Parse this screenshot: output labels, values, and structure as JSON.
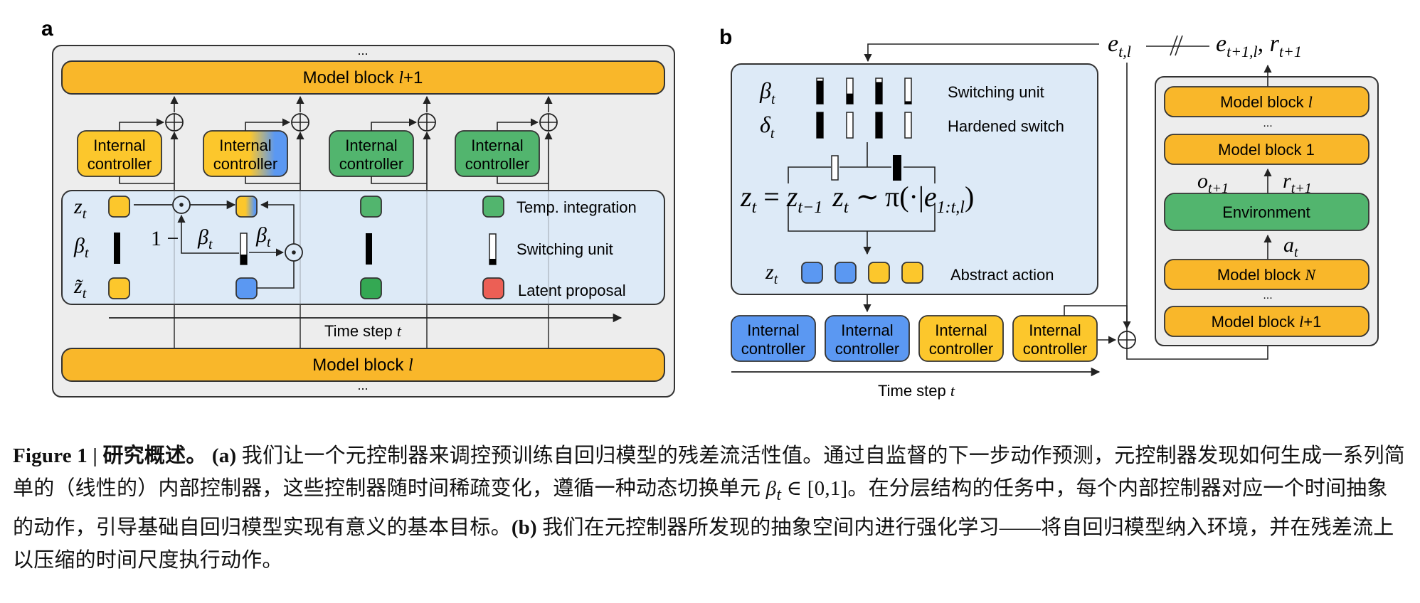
{
  "colors": {
    "orange": "#F9B72A",
    "yellow": "#FCC72C",
    "blue": "#5B98F2",
    "green": "#52B56E",
    "dark_green": "#34A853",
    "red": "#EC5F55",
    "panel_gray": "#EDEDED",
    "panel_blue": "#DDEAF7",
    "stroke": "#222222"
  },
  "panel_a": {
    "letter": "a",
    "ellipsis": "...",
    "top_block": {
      "prefix": "Model block ",
      "var": "l",
      "suffix": "+1"
    },
    "bottom_block": {
      "prefix": "Model block ",
      "var": "l",
      "suffix": ""
    },
    "controllers": [
      {
        "line1": "Internal",
        "line2": "controller",
        "color": "yellow"
      },
      {
        "line1": "Internal",
        "line2": "controller",
        "color": "yellow-blue"
      },
      {
        "line1": "Internal",
        "line2": "controller",
        "color": "green"
      },
      {
        "line1": "Internal",
        "line2": "controller",
        "color": "green"
      }
    ],
    "row_labels": {
      "z": "z",
      "beta": "β",
      "ztilde": "z̃",
      "sub": "t"
    },
    "one_minus": "1 −",
    "beta_label": "β",
    "legend": [
      {
        "label": "Temp. integration",
        "swatch": "green"
      },
      {
        "label": "Switching unit",
        "swatch": "switch"
      },
      {
        "label": "Latent proposal",
        "swatch": "red"
      }
    ],
    "time_axis": {
      "label": "Time step ",
      "var": "t"
    }
  },
  "panel_b": {
    "letter": "b",
    "e_tl": "e",
    "e_tl_sub": "t,l",
    "e_next": "e",
    "e_next_sub": "t+1,l",
    "r_next": "r",
    "r_next_sub": "t+1",
    "beta_row": {
      "sym": "β",
      "sub": "t",
      "label": "Switching unit",
      "fills": [
        0.9,
        0.4,
        0.85,
        0.1
      ]
    },
    "delta_row": {
      "sym": "δ",
      "sub": "t",
      "label": "Hardened switch",
      "fills": [
        1,
        0,
        1,
        0
      ]
    },
    "equation": {
      "left": "z",
      "left_sub": "t",
      "eq": "=",
      "prev": "z",
      "prev_sub": "t−1",
      "samp": "z",
      "samp_sub": "t",
      "tilde": "∼",
      "pi": "π(·|",
      "e": "e",
      "e_sub": "1:t,l",
      "close": ")"
    },
    "action_row": {
      "sym": "z",
      "sub": "t",
      "label": "Abstract action",
      "colors": [
        "blue",
        "blue",
        "yellow",
        "yellow"
      ]
    },
    "controllers": [
      {
        "line1": "Internal",
        "line2": "controller",
        "color": "blue"
      },
      {
        "line1": "Internal",
        "line2": "controller",
        "color": "blue"
      },
      {
        "line1": "Internal",
        "line2": "controller",
        "color": "yellow"
      },
      {
        "line1": "Internal",
        "line2": "controller",
        "color": "yellow"
      }
    ],
    "time_axis": {
      "label": "Time step ",
      "var": "t"
    },
    "stack": {
      "ellipsis": "...",
      "block_l": {
        "prefix": "Model block ",
        "var": "l",
        "suffix": ""
      },
      "block_1": {
        "prefix": "Model block 1",
        "var": "",
        "suffix": ""
      },
      "o_label": "o",
      "o_sub": "t+1",
      "r_label": "r",
      "r_sub": "t+1",
      "environment": "Environment",
      "a_label": "a",
      "a_sub": "t",
      "block_N": {
        "prefix": "Model block ",
        "var": "N",
        "suffix": ""
      },
      "block_l1": {
        "prefix": "Model block ",
        "var": "l",
        "suffix": "+1"
      }
    }
  },
  "caption": {
    "fig_label": "Figure 1 | 研究概述。",
    "part_a_label": "(a)",
    "part_a_text_1": " 我们让一个元控制器来调控预训练自回归模型的残差流活性值。通过自监督的下一步动作预测，元控制器发现如何生成一系列简单的（线性的）内部控制器，这些控制器随时间稀疏变化，遵循一种动态切换单元 ",
    "beta_sym": "β",
    "beta_sub": "t",
    "part_a_text_2": " ∈ [0,1]。在分层结构的任务中，每个内部控制器对应一个时间抽象的动作，引导基础自回归模型实现有意义的基本目标。",
    "part_b_label": "(b)",
    "part_b_text": " 我们在元控制器所发现的抽象空间内进行强化学习——将自回归模型纳入环境，并在残差流上以压缩的时间尺度执行动作。"
  }
}
